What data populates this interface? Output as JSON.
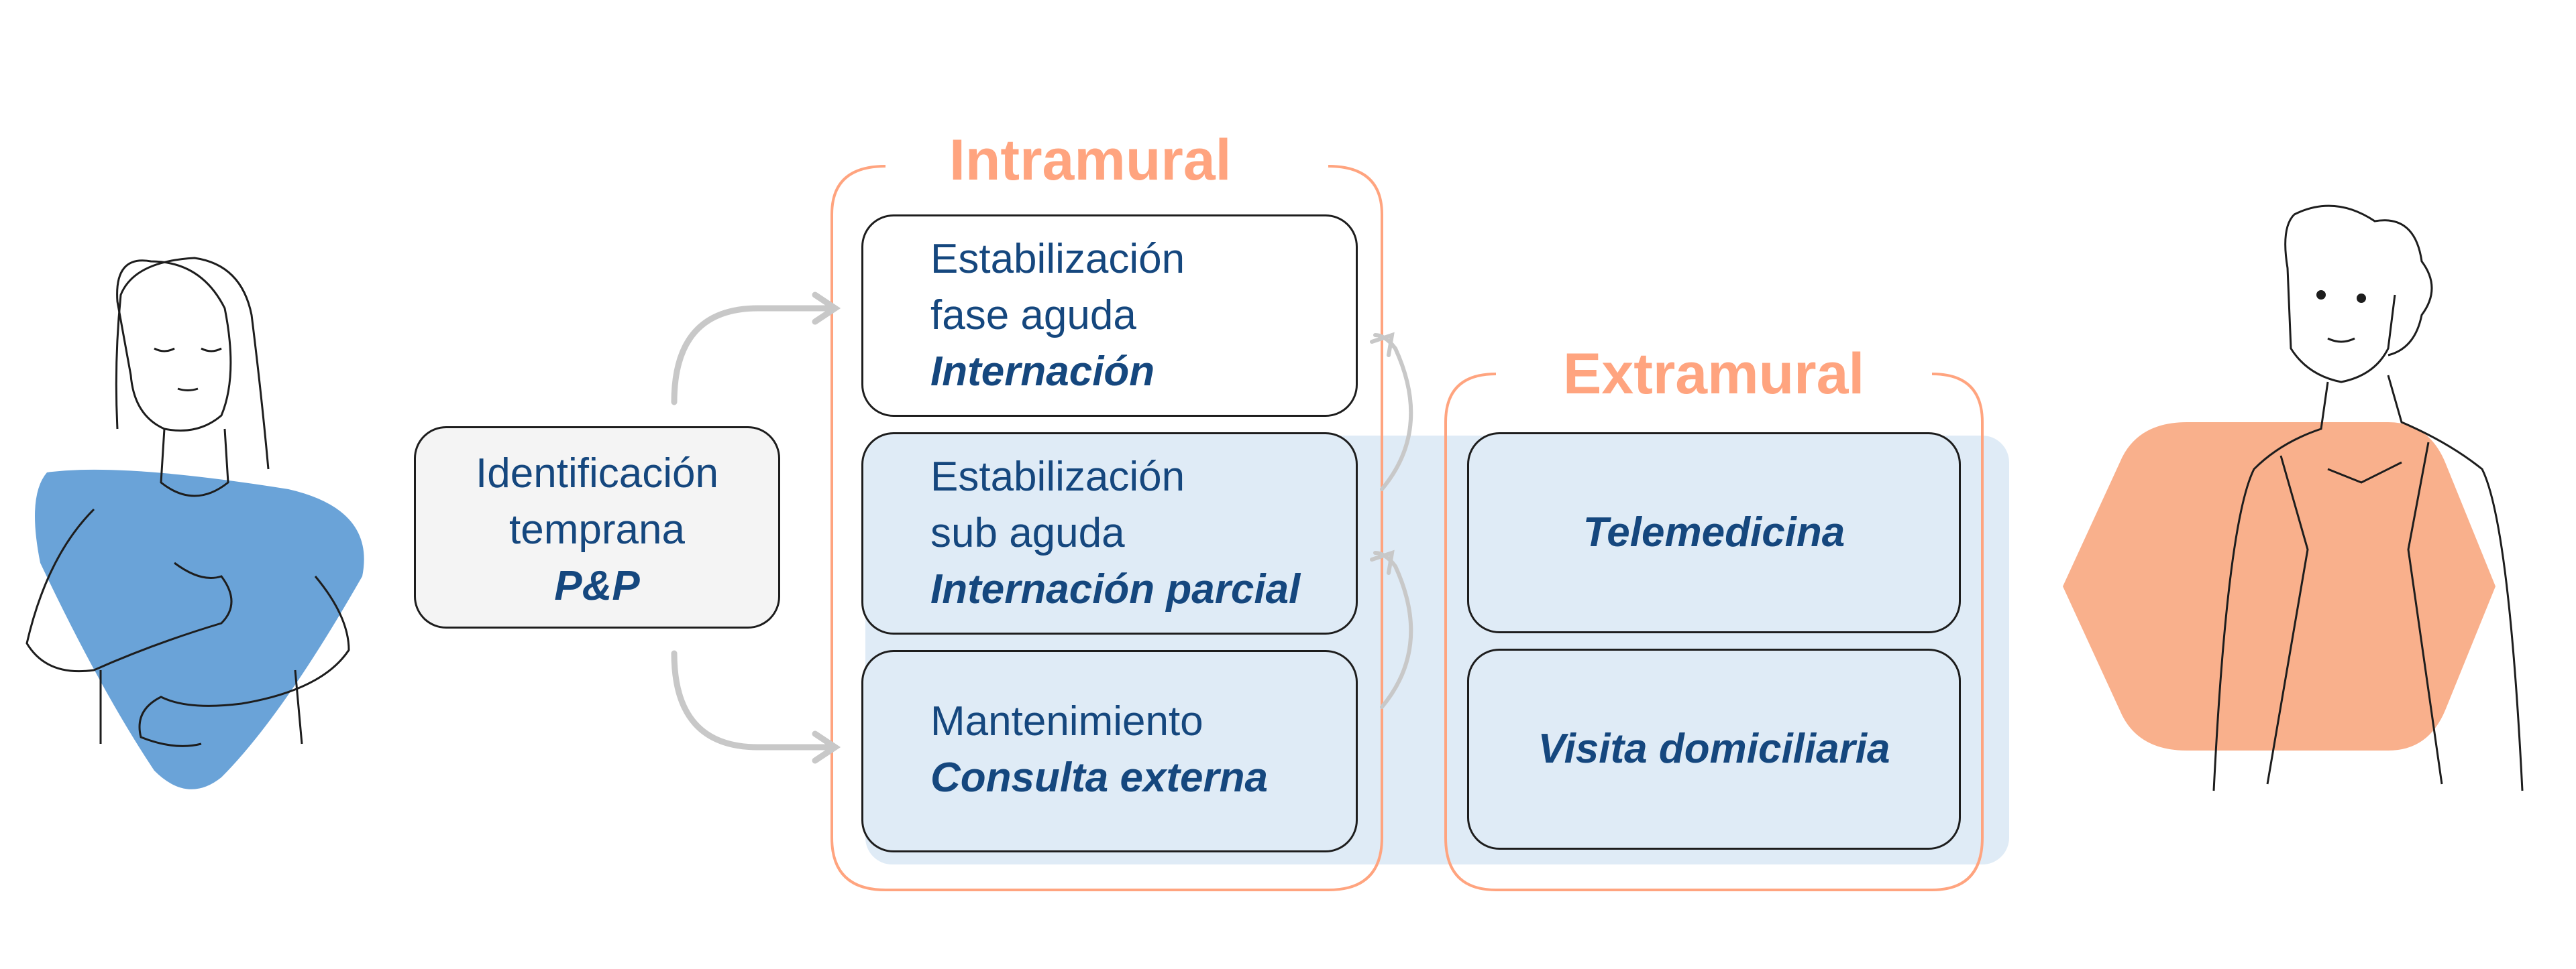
{
  "groups": {
    "intramural": "Intramural",
    "extramural": "Extramural"
  },
  "identification": {
    "line1": "Identificación",
    "line2": "temprana",
    "bold": "P&P"
  },
  "stages": {
    "acute": {
      "line1": "Estabilización",
      "line2": "fase aguda",
      "bold": "Internación"
    },
    "subacute": {
      "line1": "Estabilización",
      "line2": "sub aguda",
      "bold": "Internación parcial"
    },
    "maintenance": {
      "line1": "Mantenimiento",
      "bold": "Consulta externa"
    }
  },
  "extramural_services": {
    "telemedicine": "Telemedicina",
    "home_visit": "Visita domiciliaria"
  },
  "colors": {
    "accent_orange": "#ffa47f",
    "text_blue": "#15477e",
    "patient_blue": "#6aa3d8",
    "doctor_orange": "#f9b08c",
    "panel_tint": "#dfebf6",
    "arrow_gray": "#c8c8c8"
  },
  "icons": [
    "patient-woman-illustration",
    "doctor-man-illustration"
  ]
}
